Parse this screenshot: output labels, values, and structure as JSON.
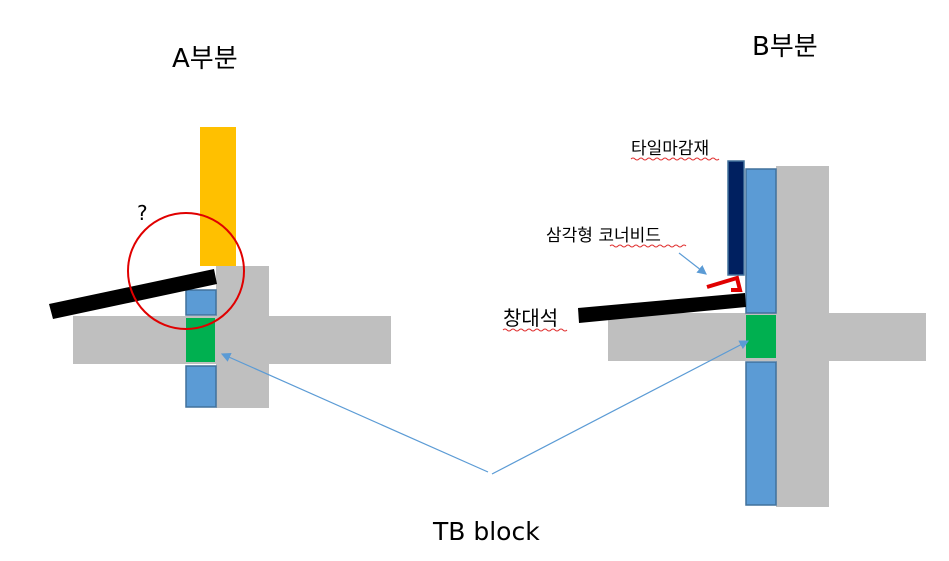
{
  "labels": {
    "part_a": "A부분",
    "part_b": "B부분",
    "question": "?",
    "tile_finish": "타일마감재",
    "corner_bead": "삼각형 코너비드",
    "window_sill": "창대석",
    "tb_block": "TB block"
  },
  "colors": {
    "concrete": "#bfbfbf",
    "insulation": "#5b9bd5",
    "tb_block": "#00b050",
    "yellow": "#ffc000",
    "tile": "#002060",
    "sill": "#000000",
    "highlight": "#e00000",
    "arrow": "#5b9bd5"
  }
}
